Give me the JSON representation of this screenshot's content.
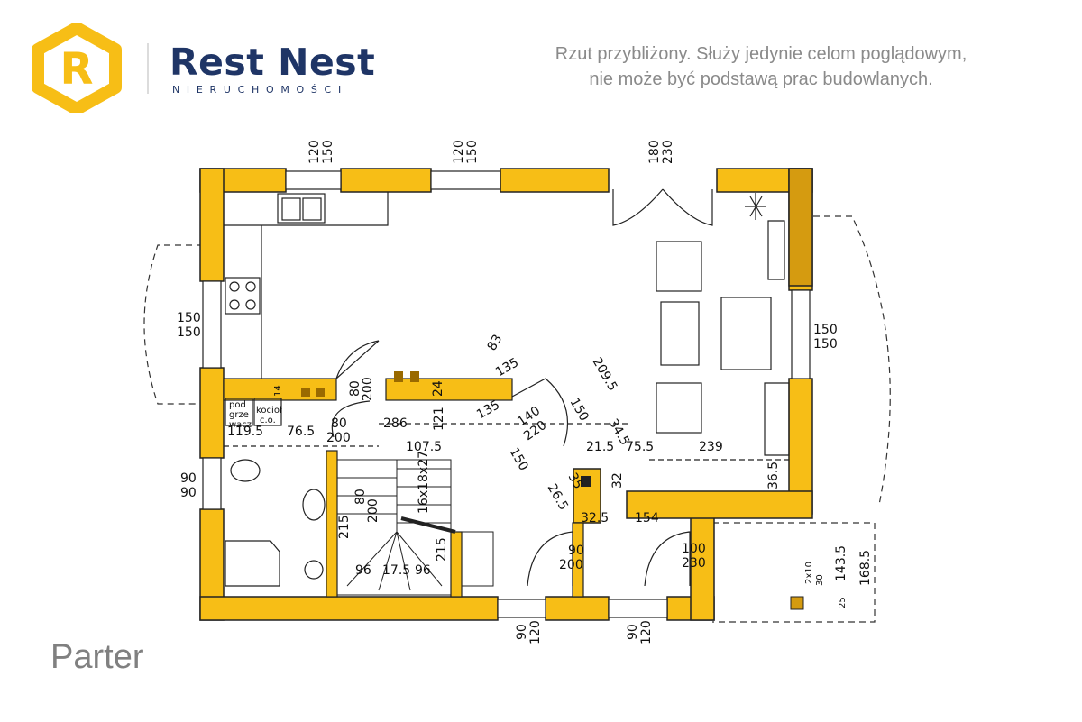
{
  "brand": {
    "name": "Rest Nest",
    "subtitle": "NIERUCHOMOŚCI",
    "logo_letter": "R"
  },
  "disclaimer": {
    "line1": "Rzut przybliżony. Służy jedynie celom poglądowym,",
    "line2": "nie może być podstawą prac budowlanych."
  },
  "floor": "Parter",
  "colors": {
    "wall": "#f7be16",
    "brand": "#1f3566",
    "logo": "#f7be16",
    "text_gray": "#8a8a8a"
  },
  "dimensions": {
    "top_win1": [
      "120",
      "150"
    ],
    "top_win2": [
      "120",
      "150"
    ],
    "top_door": [
      "180",
      "230"
    ],
    "left_win": [
      "150",
      "150"
    ],
    "right_win": [
      "150",
      "150"
    ],
    "left_win_small": [
      "90",
      "90"
    ],
    "bottom_win1": [
      "90",
      "120"
    ],
    "bottom_win2": [
      "90",
      "120"
    ],
    "inner_door1": [
      "80",
      "200"
    ],
    "inner_door2": [
      "80",
      "200"
    ],
    "inner_door3": [
      "80",
      "200"
    ],
    "entry_door1": [
      "90",
      "200"
    ],
    "entry_door2": [
      "100",
      "230"
    ],
    "diag_door": [
      "140",
      "220"
    ],
    "v83": "83",
    "v135a": "135",
    "v135b": "135",
    "v150a": "150",
    "v150b": "150",
    "v209": "209.5",
    "v345": "34.5",
    "v215": "21.5",
    "v755": "75.5",
    "v239": "239",
    "v365": "36.5",
    "v1195": "119.5",
    "v765": "76.5",
    "v286": "286",
    "v121": "121",
    "v1075": "107.5",
    "v265": "26.5",
    "v35": "35",
    "v32": "32",
    "v325": "32.5",
    "v154": "154",
    "v215b": "215",
    "v215c": "215",
    "v96a": "96",
    "v175": "17.5",
    "v96b": "96",
    "stairs": "16x18x27",
    "v1435": "143.5",
    "v1685": "168.5",
    "v2x10": "2x10",
    "v30": "30",
    "v25": "25",
    "v24": "24",
    "v14": "14"
  },
  "labels": {
    "podgrzewacz": [
      "pod",
      "grze",
      "wacz"
    ],
    "kociol": [
      "kocioł",
      "c.o."
    ]
  }
}
